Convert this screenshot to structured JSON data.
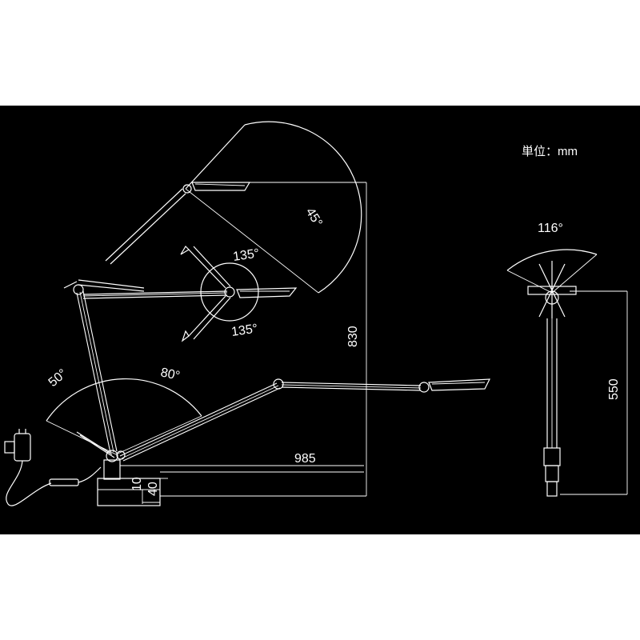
{
  "unit_label": "単位：mm",
  "dimensions": {
    "height_830": "830",
    "reach_985": "985",
    "base_10": "10",
    "base_40": "40",
    "front_height_550": "550"
  },
  "angles": {
    "head_tilt": "45°",
    "elbow_up": "135°",
    "elbow_down": "135°",
    "base_back": "50°",
    "base_forward": "80°",
    "swivel": "116°"
  },
  "colors": {
    "background": "#000000",
    "lines": "#ffffff",
    "page": "#ffffff"
  }
}
